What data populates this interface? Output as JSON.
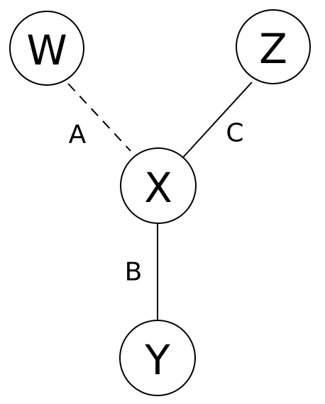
{
  "nodes": {
    "w": {
      "label": "W"
    },
    "z": {
      "label": "Z"
    },
    "x": {
      "label": "X"
    },
    "y": {
      "label": "Y"
    }
  },
  "edges": {
    "w_x": {
      "label": "A",
      "style": "dashed"
    },
    "x_y": {
      "label": "B",
      "style": "solid"
    },
    "z_x": {
      "label": "C",
      "style": "solid"
    }
  },
  "colors": {
    "stroke": "#000000",
    "fill": "#ffffff"
  }
}
